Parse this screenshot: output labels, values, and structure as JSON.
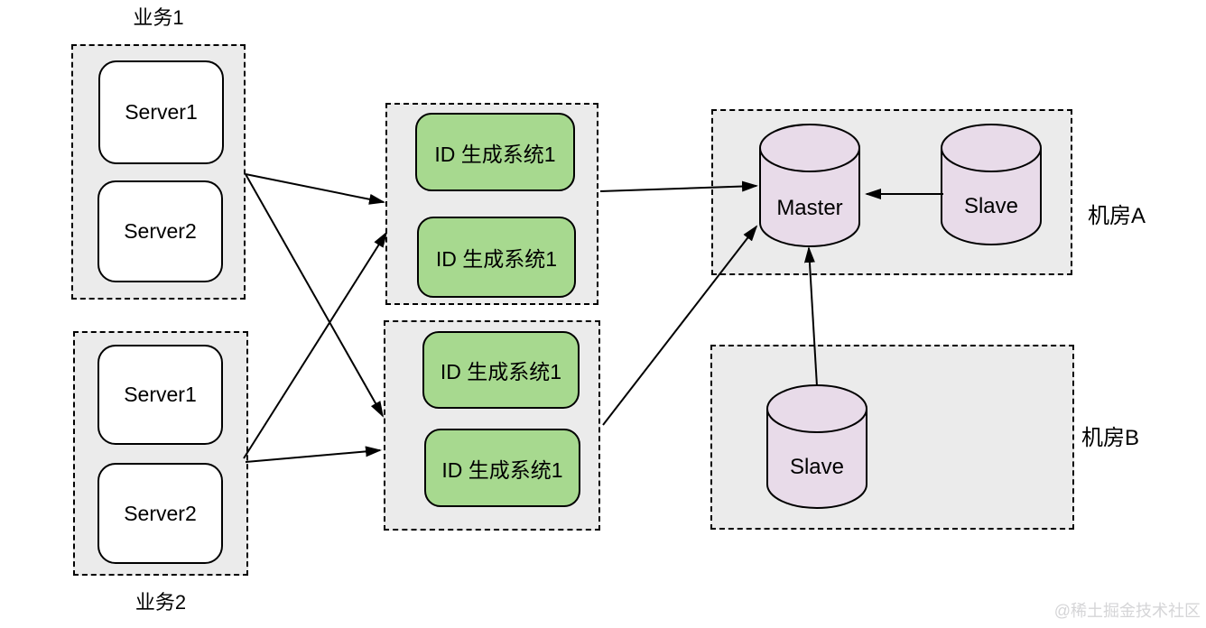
{
  "groups": {
    "biz1": {
      "label": "业务1",
      "servers": [
        "Server1",
        "Server2"
      ]
    },
    "biz2": {
      "label": "业务2",
      "servers": [
        "Server1",
        "Server2"
      ]
    },
    "id_cluster1": {
      "nodes": [
        "ID 生成系统1",
        "ID 生成系统1"
      ]
    },
    "id_cluster2": {
      "nodes": [
        "ID 生成系统1",
        "ID 生成系统1"
      ]
    },
    "roomA": {
      "label": "机房A",
      "master": "Master",
      "slave": "Slave"
    },
    "roomB": {
      "label": "机房B",
      "slave": "Slave"
    }
  },
  "edges": [
    {
      "from": "业务1",
      "to": "ID 生成系统集群1"
    },
    {
      "from": "业务1",
      "to": "ID 生成系统集群2"
    },
    {
      "from": "业务2",
      "to": "ID 生成系统集群1"
    },
    {
      "from": "业务2",
      "to": "ID 生成系统集群2"
    },
    {
      "from": "ID 生成系统集群1",
      "to": "Master(机房A)"
    },
    {
      "from": "ID 生成系统集群2",
      "to": "Master(机房A)"
    },
    {
      "from": "Slave(机房A)",
      "to": "Master(机房A)"
    },
    {
      "from": "Slave(机房B)",
      "to": "Master(机房A)"
    }
  ],
  "colors": {
    "container_fill": "#ebebeb",
    "server_fill": "#ffffff",
    "id_node_fill": "#a7d98f",
    "db_fill": "#e8dbe9",
    "line": "#000000",
    "watermark": "#d5d5d7"
  },
  "watermark": "@稀土掘金技术社区"
}
